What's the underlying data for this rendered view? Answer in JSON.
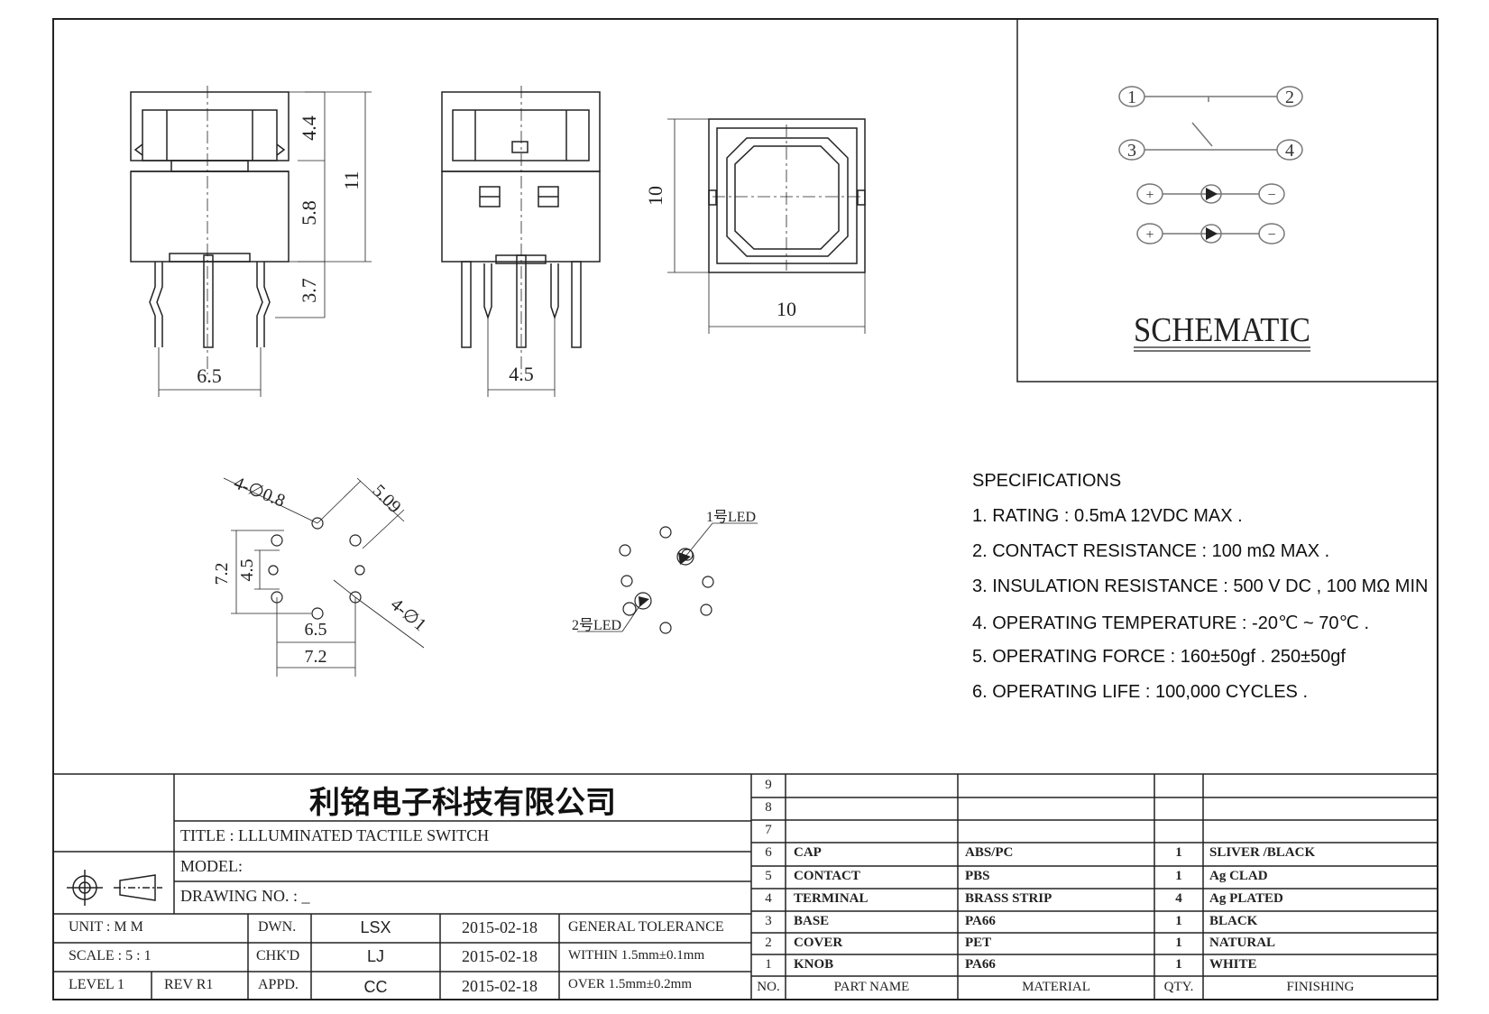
{
  "side_view": {
    "dim_top": "4.4",
    "dim_mid": "5.8",
    "dim_pin": "3.7",
    "dim_total": "11",
    "dim_width": "6.5"
  },
  "front_view": {
    "dim_width": "4.5"
  },
  "top_view": {
    "dim_height": "10",
    "dim_width": "10"
  },
  "footprint": {
    "hole_dia_a": "4-∅0.8",
    "diag": "5.09",
    "dim_v1": "7.2",
    "dim_v2": "4.5",
    "dim_h1": "6.5",
    "dim_h2": "7.2",
    "hole_dia_b": "4-∅1"
  },
  "led_diagram": {
    "led1": "1号LED",
    "led2": "2号LED"
  },
  "schematic": {
    "title": "SCHEMATIC",
    "pins": [
      "1",
      "2",
      "3",
      "4"
    ],
    "plus": "+",
    "minus": "−"
  },
  "specifications": {
    "heading": "SPECIFICATIONS",
    "items": [
      "1. RATING : 0.5mA 12VDC MAX .",
      "2. CONTACT RESISTANCE : 100 mΩ MAX .",
      "3. INSULATION RESISTANCE : 500 V DC , 100 MΩ MIN",
      "4. OPERATING TEMPERATURE : -20℃ ~ 70℃ .",
      "5. OPERATING FORCE : 160±50gf . 250±50gf",
      "6. OPERATING LIFE : 100,000 CYCLES ."
    ]
  },
  "title_block": {
    "company": "利铭电子科技有限公司",
    "title": "TITLE :  LLLUMINATED TACTILE SWITCH",
    "model": "MODEL:",
    "drawing_no": "DRAWING NO.  : _",
    "unit": "UNIT    :    M M",
    "scale": "SCALE  :  5 : 1",
    "level": "LEVEL 1",
    "rev": "REV  R1",
    "dwn": "DWN.",
    "chkd": "CHK'D",
    "appd": "APPD.",
    "dwn_name": "LSX",
    "chkd_name": "LJ",
    "appd_name": "CC",
    "dwn_date": "2015-02-18",
    "chkd_date": "2015-02-18",
    "appd_date": "2015-02-18",
    "tol_title": "GENERAL TOLERANCE",
    "tol_within": "WITHIN 1.5mm±0.1mm",
    "tol_over": "OVER    1.5mm±0.2mm"
  },
  "bom": {
    "headers": {
      "no": "NO.",
      "part": "PART  NAME",
      "material": "MATERIAL",
      "qty": "QTY.",
      "finishing": "FINISHING"
    },
    "rows": [
      {
        "no": "9",
        "part": "",
        "material": "",
        "qty": "",
        "finishing": ""
      },
      {
        "no": "8",
        "part": "",
        "material": "",
        "qty": "",
        "finishing": ""
      },
      {
        "no": "7",
        "part": "",
        "material": "",
        "qty": "",
        "finishing": ""
      },
      {
        "no": "6",
        "part": "CAP",
        "material": "ABS/PC",
        "qty": "1",
        "finishing": "SLIVER /BLACK"
      },
      {
        "no": "5",
        "part": "CONTACT",
        "material": "PBS",
        "qty": "1",
        "finishing": "Ag CLAD"
      },
      {
        "no": "4",
        "part": "TERMINAL",
        "material": "BRASS STRIP",
        "qty": "4",
        "finishing": "Ag PLATED"
      },
      {
        "no": "3",
        "part": "BASE",
        "material": "PA66",
        "qty": "1",
        "finishing": "BLACK"
      },
      {
        "no": "2",
        "part": "COVER",
        "material": "PET",
        "qty": "1",
        "finishing": "NATURAL"
      },
      {
        "no": "1",
        "part": "KNOB",
        "material": "PA66",
        "qty": "1",
        "finishing": "WHITE"
      }
    ]
  },
  "colors": {
    "line": "#222222",
    "paper": "#ffffff"
  }
}
